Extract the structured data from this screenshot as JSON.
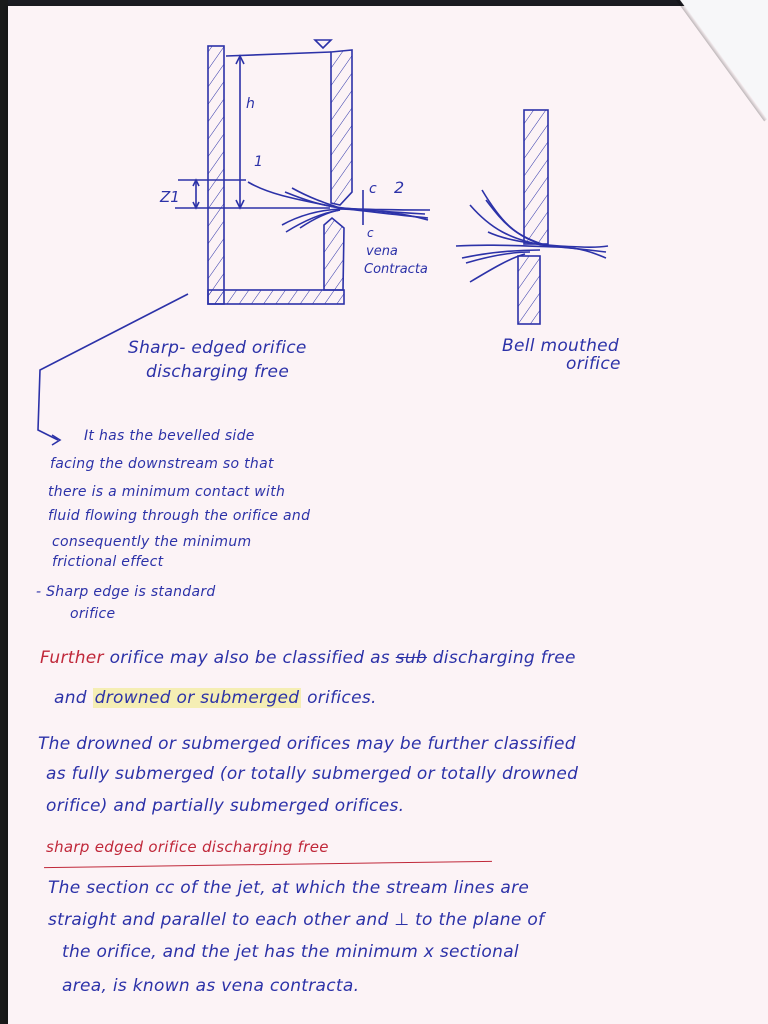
{
  "page": {
    "ink_color": "#2c32a8",
    "red_ink_color": "#c0283a",
    "highlight_color": "#f5eeb4",
    "paper_color": "#fcf3f6"
  },
  "diagram_sharp": {
    "label_h": "h",
    "label_1": "1",
    "label_2": "2",
    "label_z1": "Z1",
    "label_c_top": "c",
    "label_c_bottom": "c",
    "label_vena_1": "vena",
    "label_vena_2": "Contracta",
    "caption_1": "Sharp- edged orifice",
    "caption_2": "discharging free"
  },
  "diagram_bell": {
    "caption_1": "Bell mouthed",
    "caption_2": "orifice"
  },
  "notes": {
    "lines": [
      "It has the bevelled side",
      "facing the downstream so that",
      "there is a minimum contact with",
      "fluid flowing through the orifice and",
      "consequently the minimum",
      "frictional effect"
    ],
    "bullet_1": "- Sharp edge is standard",
    "bullet_2": "orifice"
  },
  "paragraph_1": {
    "red_word": "Further",
    "line_1_rest": "orifice may also be classified as",
    "struck_word": "sub",
    "line_1_end": "discharging free",
    "line_2_start": "and",
    "line_2_highlight": "drowned or submerged",
    "line_2_end": "orifices."
  },
  "paragraph_2": {
    "lines": [
      "The drowned or submerged orifices may be further classified",
      "as fully submerged (or totally submerged or totally drowned",
      "orifice) and partially submerged orifices."
    ]
  },
  "section": {
    "heading": "sharp edged orifice discharging free",
    "lines": [
      "The section cc of the jet, at which the stream lines are",
      "straight and parallel to each other and ⊥ to the plane of",
      "the orifice, and the jet has the minimum x sectional",
      "area, is known as vena contracta."
    ]
  }
}
